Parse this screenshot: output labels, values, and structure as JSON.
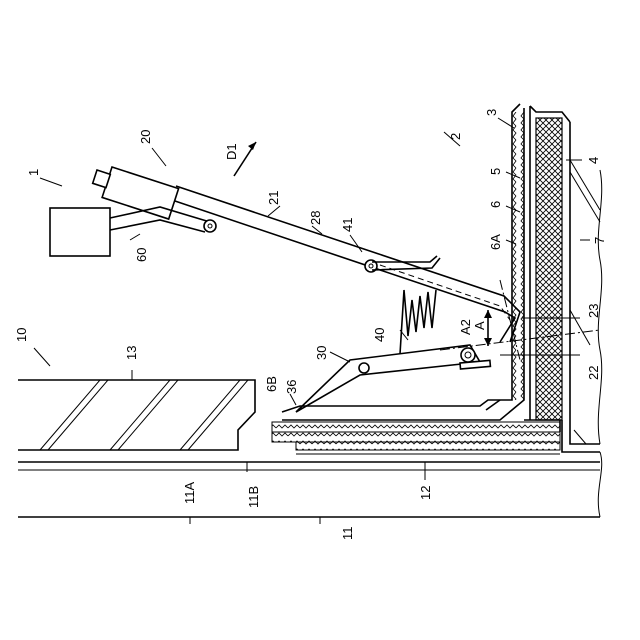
{
  "figure": {
    "labels": {
      "l1": "1",
      "l2": "2",
      "l3": "3",
      "l4": "4",
      "l5": "5",
      "l6": "6",
      "l6A": "6A",
      "l6B": "6B",
      "l7": "7",
      "l10": "10",
      "l11": "11",
      "l11A": "11A",
      "l11B": "11B",
      "l12": "12",
      "l13": "13",
      "l20": "20",
      "l21": "21",
      "l22": "22",
      "l23": "23",
      "l28": "28",
      "l30": "30",
      "l36": "36",
      "l40": "40",
      "l41": "41",
      "l60": "60",
      "lD1": "D1",
      "lA": "A",
      "lA2": "A2"
    }
  }
}
